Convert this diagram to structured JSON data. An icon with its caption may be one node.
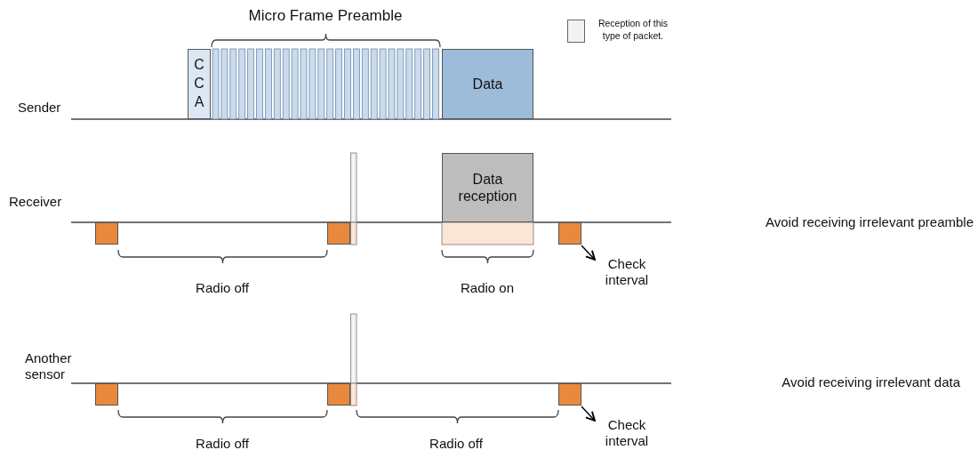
{
  "diagram": {
    "nodes": [
      {
        "text": [
          "CCA"
        ]
      },
      {
        "text": [
          "Data"
        ]
      },
      {
        "text": [
          "Data reception"
        ]
      },
      {
        "text": [],
        "shape": "box"
      },
      {
        "text": [],
        "shape": "box"
      },
      {
        "text": [],
        "shape": "box"
      },
      {
        "text": [
          "Check interval"
        ]
      },
      {
        "text": [],
        "shape": "box"
      },
      {
        "text": [],
        "shape": "box"
      },
      {
        "text": [],
        "shape": "box"
      },
      {
        "text": [
          "Check interval"
        ]
      }
    ],
    "edges": [
      {
        "from": 5,
        "to": 6,
        "arrow": "to"
      },
      {
        "from": 9,
        "to": 10,
        "arrow": "to"
      }
    ],
    "labels": [
      "Micro Frame Preamble",
      "Sender",
      "Receiver",
      "Avoid receiving irrelevant preamble",
      "Radio off",
      "Radio on",
      "Another sensor",
      "Avoid receiving irrelevant data",
      "Radio off",
      "Radio off"
    ],
    "legend": [
      {
        "text": "Reception of this type of packet.",
        "color": "#f2f2f2"
      }
    ]
  }
}
